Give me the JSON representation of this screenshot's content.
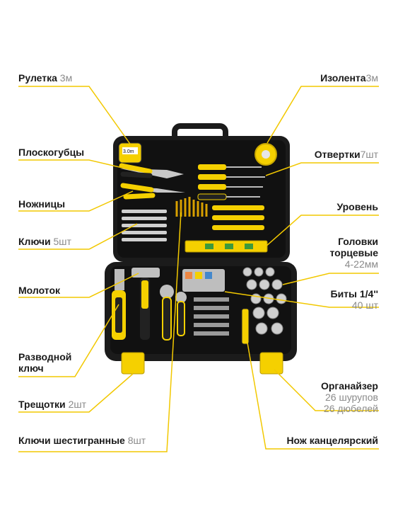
{
  "labels": {
    "tape": {
      "name": "Рулетка",
      "qty": "3м"
    },
    "pliers": {
      "name": "Плоскогубцы"
    },
    "scissors": {
      "name": "Ножницы"
    },
    "wrenches": {
      "name": "Ключи",
      "qty": "5шт"
    },
    "hammer": {
      "name": "Молоток"
    },
    "adjustable": {
      "line1": "Разводной",
      "line2": "ключ"
    },
    "ratchets": {
      "name": "Трещотки",
      "qty": "2шт"
    },
    "hex": {
      "name": "Ключи шестигранные",
      "qty": "8шт"
    },
    "tape_insul": {
      "name": "Изолента",
      "qty": "3м"
    },
    "screwdrivers": {
      "name": "Отвертки",
      "qty": "7шт"
    },
    "level": {
      "name": "Уровень"
    },
    "sockets": {
      "line1": "Головки",
      "line2": "торцевые",
      "sub": "4-22мм"
    },
    "bits": {
      "name": "Биты 1/4''",
      "sub": "40 шт"
    },
    "organizer": {
      "name": "Органайзер",
      "sub1": "26 шурупов",
      "sub2": "26 дюбелей"
    },
    "knife": {
      "name": "Нож канцелярский"
    }
  },
  "tape_mark": "3.0m",
  "colors": {
    "case": "#1b1b1b",
    "accent": "#f5d000",
    "line": "#f2c800",
    "tray": "#111111"
  }
}
